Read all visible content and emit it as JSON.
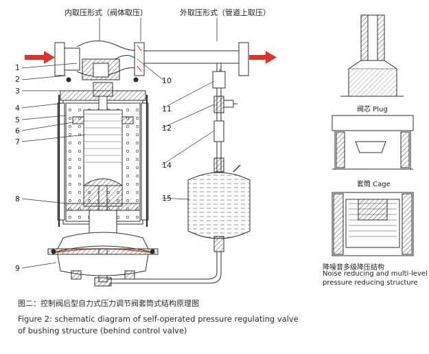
{
  "top_labels": {
    "internal": "内取压形式（阀体取压）",
    "external": "外取压形式（管道上取压）"
  },
  "callouts": [
    "1",
    "2",
    "3",
    "4",
    "5",
    "6",
    "7",
    "8",
    "9",
    "10",
    "11",
    "12",
    "14",
    "15"
  ],
  "right_panel": {
    "plug": "阀芯  Plug",
    "cage": "套筒  Cage",
    "noise_cn": "降噪音多级降压结构",
    "noise_en_1": "Noise reducing and multi-level",
    "noise_en_2": "pressure reducing structure"
  },
  "caption": {
    "cn": "图二：控制阀后型自力式压力调节阀套筒式结构原理图",
    "en_1": "Figure 2: schematic diagram of self-operated pressure regulating valve",
    "en_2": "of bushing structure (behind control valve)"
  },
  "colors": {
    "arrow": "#e0312c",
    "line": "#2b2b2b",
    "accent": "#d8432f"
  }
}
